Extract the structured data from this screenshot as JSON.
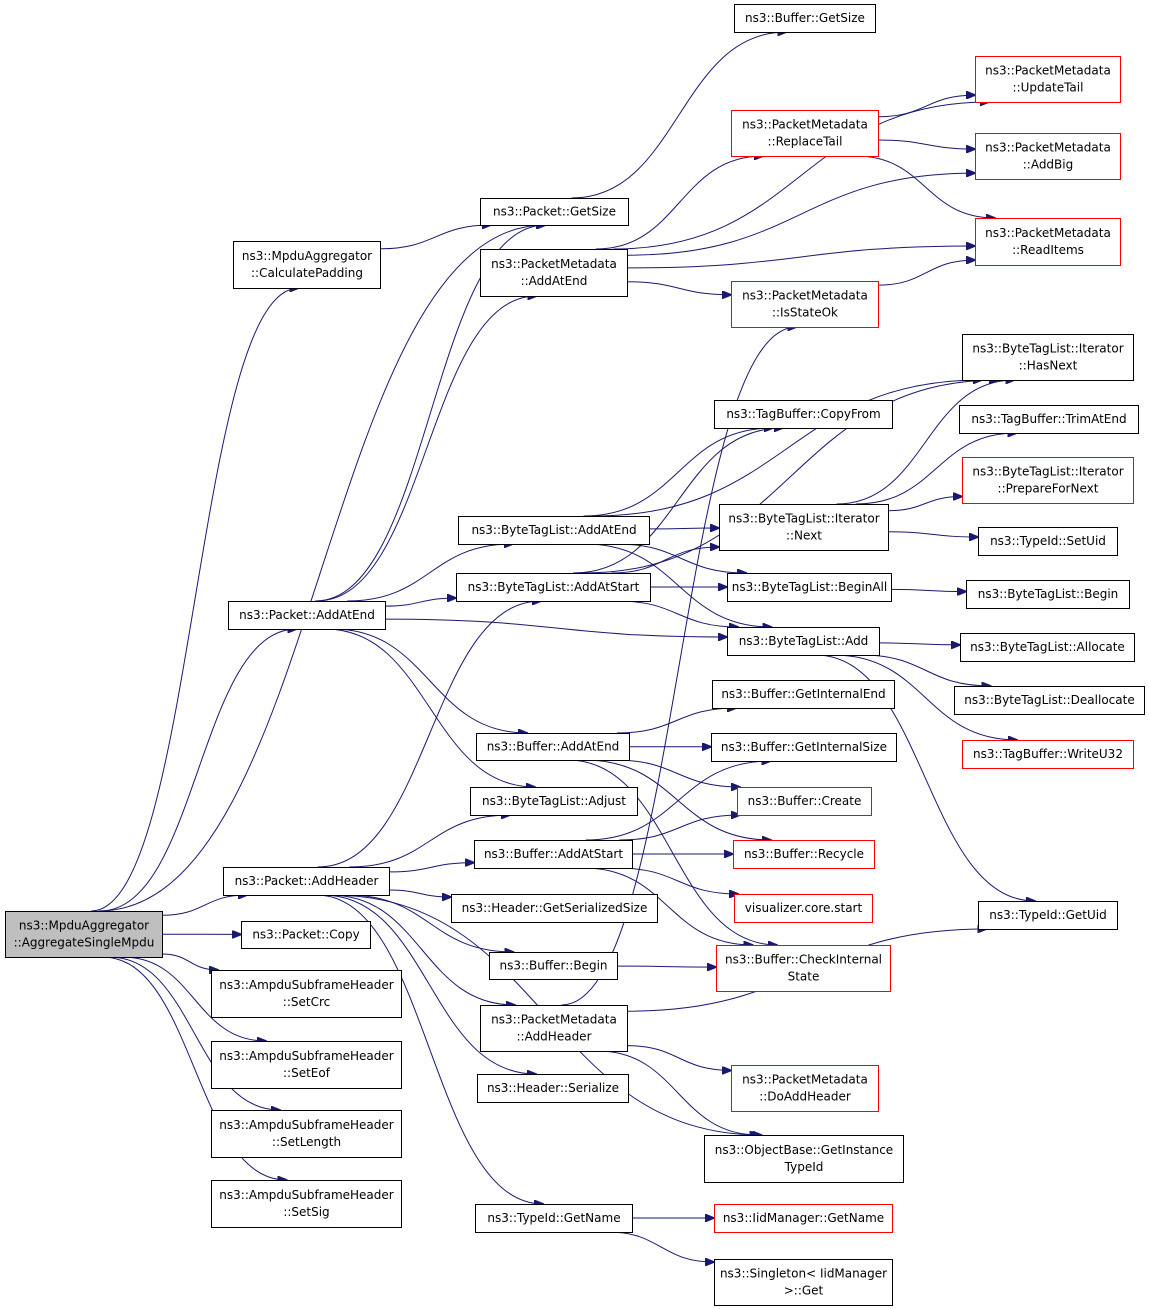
{
  "nodes": {
    "n_root": [
      "ns3::MpduAggregator",
      "::AggregateSingleMpdu"
    ],
    "n_calcpad": [
      "ns3::MpduAggregator",
      "::CalculatePadding"
    ],
    "n_pkt_addatend": [
      "ns3::Packet::AddAtEnd"
    ],
    "n_pkt_addheader": [
      "ns3::Packet::AddHeader"
    ],
    "n_pkt_copy": [
      "ns3::Packet::Copy"
    ],
    "n_setcrc": [
      "ns3::AmpduSubframeHeader",
      "::SetCrc"
    ],
    "n_seteof": [
      "ns3::AmpduSubframeHeader",
      "::SetEof"
    ],
    "n_setlength": [
      "ns3::AmpduSubframeHeader",
      "::SetLength"
    ],
    "n_setsig": [
      "ns3::AmpduSubframeHeader",
      "::SetSig"
    ],
    "n_pkt_getsize": [
      "ns3::Packet::GetSize"
    ],
    "n_pm_addatend": [
      "ns3::PacketMetadata",
      "::AddAtEnd"
    ],
    "n_btl_addatend": [
      "ns3::ByteTagList::AddAtEnd"
    ],
    "n_btl_addatstart": [
      "ns3::ByteTagList::AddAtStart"
    ],
    "n_buf_addatend": [
      "ns3::Buffer::AddAtEnd"
    ],
    "n_btl_adjust": [
      "ns3::ByteTagList::Adjust"
    ],
    "n_buf_addatstart": [
      "ns3::Buffer::AddAtStart"
    ],
    "n_hdr_getser": [
      "ns3::Header::GetSerializedSize"
    ],
    "n_buf_begin": [
      "ns3::Buffer::Begin"
    ],
    "n_pm_addheader": [
      "ns3::PacketMetadata",
      "::AddHeader"
    ],
    "n_hdr_serialize": [
      "ns3::Header::Serialize"
    ],
    "n_typeid_getname": [
      "ns3::TypeId::GetName"
    ],
    "n_buf_getsize": [
      "ns3::Buffer::GetSize"
    ],
    "n_pm_replacetail": [
      "ns3::PacketMetadata",
      "::ReplaceTail"
    ],
    "n_pm_isstateok": [
      "ns3::PacketMetadata",
      "::IsStateOk"
    ],
    "n_tagbuf_copyfrom": [
      "ns3::TagBuffer::CopyFrom"
    ],
    "n_btli_next": [
      "ns3::ByteTagList::Iterator",
      "::Next"
    ],
    "n_btl_beginall": [
      "ns3::ByteTagList::BeginAll"
    ],
    "n_btl_add": [
      "ns3::ByteTagList::Add"
    ],
    "n_buf_getintend": [
      "ns3::Buffer::GetInternalEnd"
    ],
    "n_buf_getintsize": [
      "ns3::Buffer::GetInternalSize"
    ],
    "n_buf_create": [
      "ns3::Buffer::Create"
    ],
    "n_buf_recycle": [
      "ns3::Buffer::Recycle"
    ],
    "n_viz_start": [
      "visualizer.core.start"
    ],
    "n_buf_checkint": [
      "ns3::Buffer::CheckInternal",
      "State"
    ],
    "n_pm_doaddheader": [
      "ns3::PacketMetadata",
      "::DoAddHeader"
    ],
    "n_ob_getinst": [
      "ns3::ObjectBase::GetInstance",
      "TypeId"
    ],
    "n_iid_getname": [
      "ns3::IidManager::GetName"
    ],
    "n_singleton_get": [
      "ns3::Singleton< IidManager",
      ">::Get"
    ],
    "n_pm_updatetail": [
      "ns3::PacketMetadata",
      "::UpdateTail"
    ],
    "n_pm_addbig": [
      "ns3::PacketMetadata",
      "::AddBig"
    ],
    "n_pm_readitems": [
      "ns3::PacketMetadata",
      "::ReadItems"
    ],
    "n_btli_hasnext": [
      "ns3::ByteTagList::Iterator",
      "::HasNext"
    ],
    "n_tagbuf_trim": [
      "ns3::TagBuffer::TrimAtEnd"
    ],
    "n_btli_prepare": [
      "ns3::ByteTagList::Iterator",
      "::PrepareForNext"
    ],
    "n_typeid_setuid": [
      "ns3::TypeId::SetUid"
    ],
    "n_btl_begin": [
      "ns3::ByteTagList::Begin"
    ],
    "n_btl_allocate": [
      "ns3::ByteTagList::Allocate"
    ],
    "n_btl_dealloc": [
      "ns3::ByteTagList::Deallocate"
    ],
    "n_tagbuf_writeu32": [
      "ns3::TagBuffer::WriteU32"
    ],
    "n_typeid_getuid": [
      "ns3::TypeId::GetUid"
    ]
  },
  "colors": {
    "edge": "#191970",
    "node_border": "#000000",
    "node_border_incomplete": "#ff0000",
    "root_fill": "#bfbfbf"
  }
}
